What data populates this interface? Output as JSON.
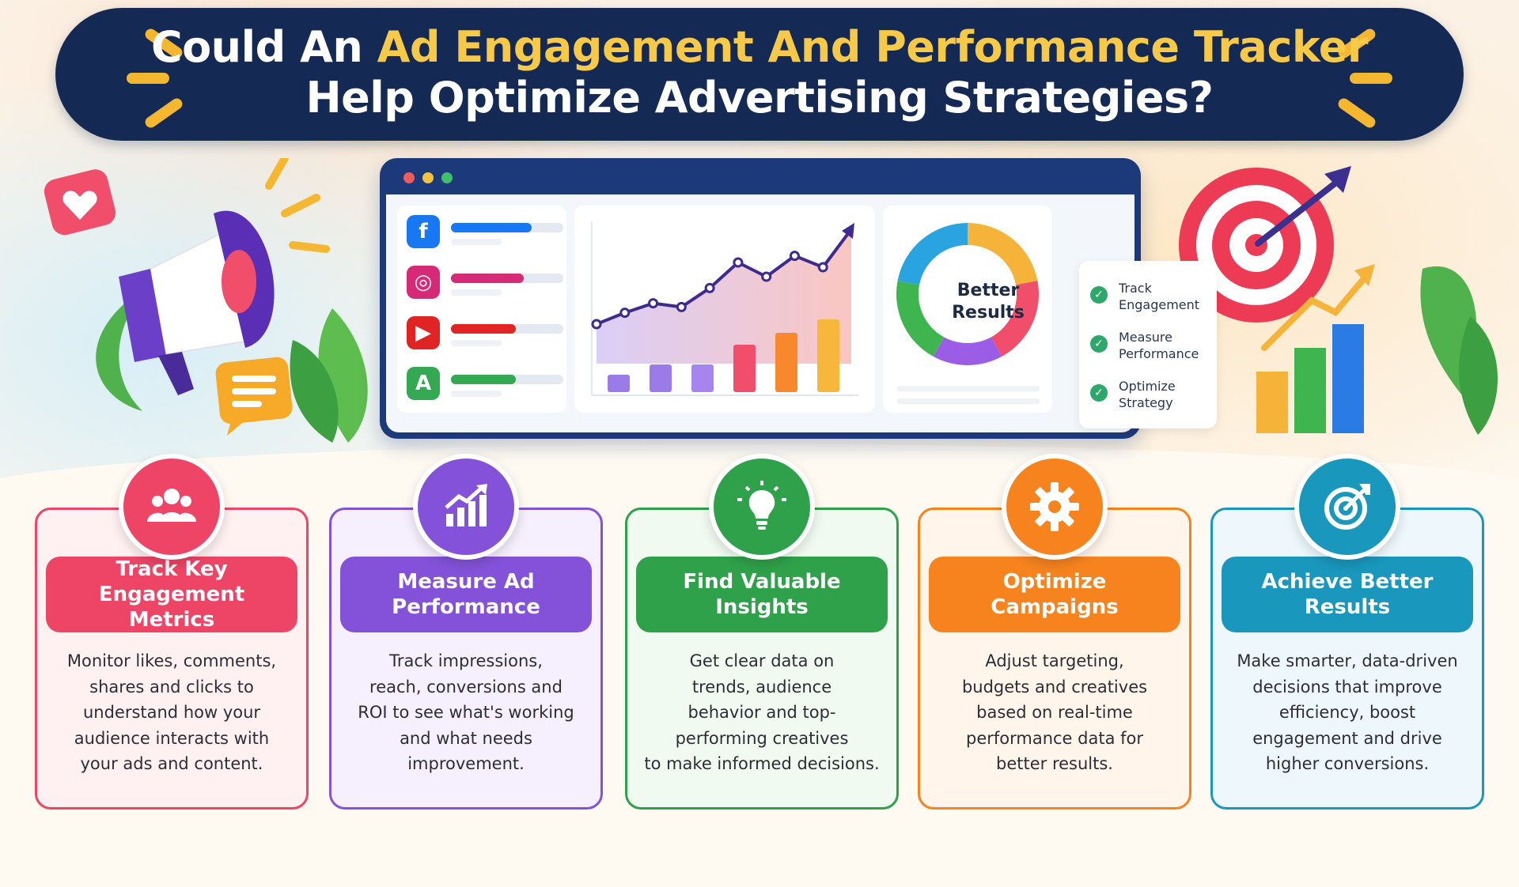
{
  "title": {
    "line1_prefix": "Could An",
    "line1_highlight": "Ad Engagement And Performance Tracker",
    "line2": "Help Optimize Advertising Strategies?"
  },
  "dashboard": {
    "platforms": [
      {
        "icon": "facebook-icon",
        "glyph": "f",
        "color": "#1877f2",
        "level": 0.72
      },
      {
        "icon": "instagram-icon",
        "glyph": "◎",
        "color": "#d62976",
        "level": 0.65
      },
      {
        "icon": "youtube-icon",
        "glyph": "▶",
        "color": "#e02424",
        "level": 0.58
      },
      {
        "icon": "google-ads-icon",
        "glyph": "A",
        "color": "#34a853",
        "level": 0.58
      }
    ],
    "line_series": [
      0.0,
      0.12,
      0.22,
      0.18,
      0.38,
      0.65,
      0.5,
      0.72,
      0.6,
      1.0
    ],
    "bars": [
      {
        "level": 0.22,
        "color": "#9b7be8"
      },
      {
        "level": 0.35,
        "color": "#9b7be8"
      },
      {
        "level": 0.35,
        "color": "#a785ee"
      },
      {
        "level": 0.6,
        "color": "#f04e6a"
      },
      {
        "level": 0.75,
        "color": "#f7892c"
      },
      {
        "level": 0.92,
        "color": "#f6b73c"
      }
    ],
    "donut_label_1": "Better",
    "donut_label_2": "Results",
    "donut_segments": [
      {
        "share": 0.22,
        "color": "#f6b33a"
      },
      {
        "share": 0.2,
        "color": "#f04e6a"
      },
      {
        "share": 0.16,
        "color": "#9b5de5"
      },
      {
        "share": 0.2,
        "color": "#3fb54f"
      },
      {
        "share": 0.22,
        "color": "#2aa4e0"
      }
    ],
    "checklist": [
      {
        "line1": "Track",
        "line2": "Engagement"
      },
      {
        "line1": "Measure",
        "line2": "Performance"
      },
      {
        "line1": "Optimize",
        "line2": "Strategy"
      }
    ]
  },
  "colors": {
    "banner": "#142a55",
    "highlight": "#f7c948",
    "card1": "#ee4566",
    "card2": "#8452d9",
    "card3": "#2fa14a",
    "card4": "#f7831f",
    "card5": "#1a97bd"
  },
  "cards": [
    {
      "icon": "people-icon",
      "heading": "Track Key Engagement Metrics",
      "lines": [
        "Monitor likes, comments,",
        "shares and clicks to",
        "understand how your",
        "audience interacts with",
        "your ads and content."
      ]
    },
    {
      "icon": "bar-chart-up-icon",
      "heading": "Measure Ad Performance",
      "lines": [
        "Track impressions,",
        "reach, conversions and",
        "ROI to see what's working",
        "and what needs",
        "improvement."
      ]
    },
    {
      "icon": "lightbulb-icon",
      "heading": "Find Valuable Insights",
      "lines": [
        "Get clear data on",
        "trends, audience",
        "behavior and top-",
        "performing creatives",
        "to make informed decisions."
      ]
    },
    {
      "icon": "gear-icon",
      "heading": "Optimize Campaigns",
      "lines": [
        "Adjust targeting,",
        "budgets and creatives",
        "based on real-time",
        "performance data for",
        "better results."
      ]
    },
    {
      "icon": "target-icon",
      "heading": "Achieve Better Results",
      "lines": [
        "Make smarter, data-driven",
        "decisions that improve",
        "efficiency, boost",
        "engagement and drive",
        "higher conversions."
      ]
    }
  ]
}
